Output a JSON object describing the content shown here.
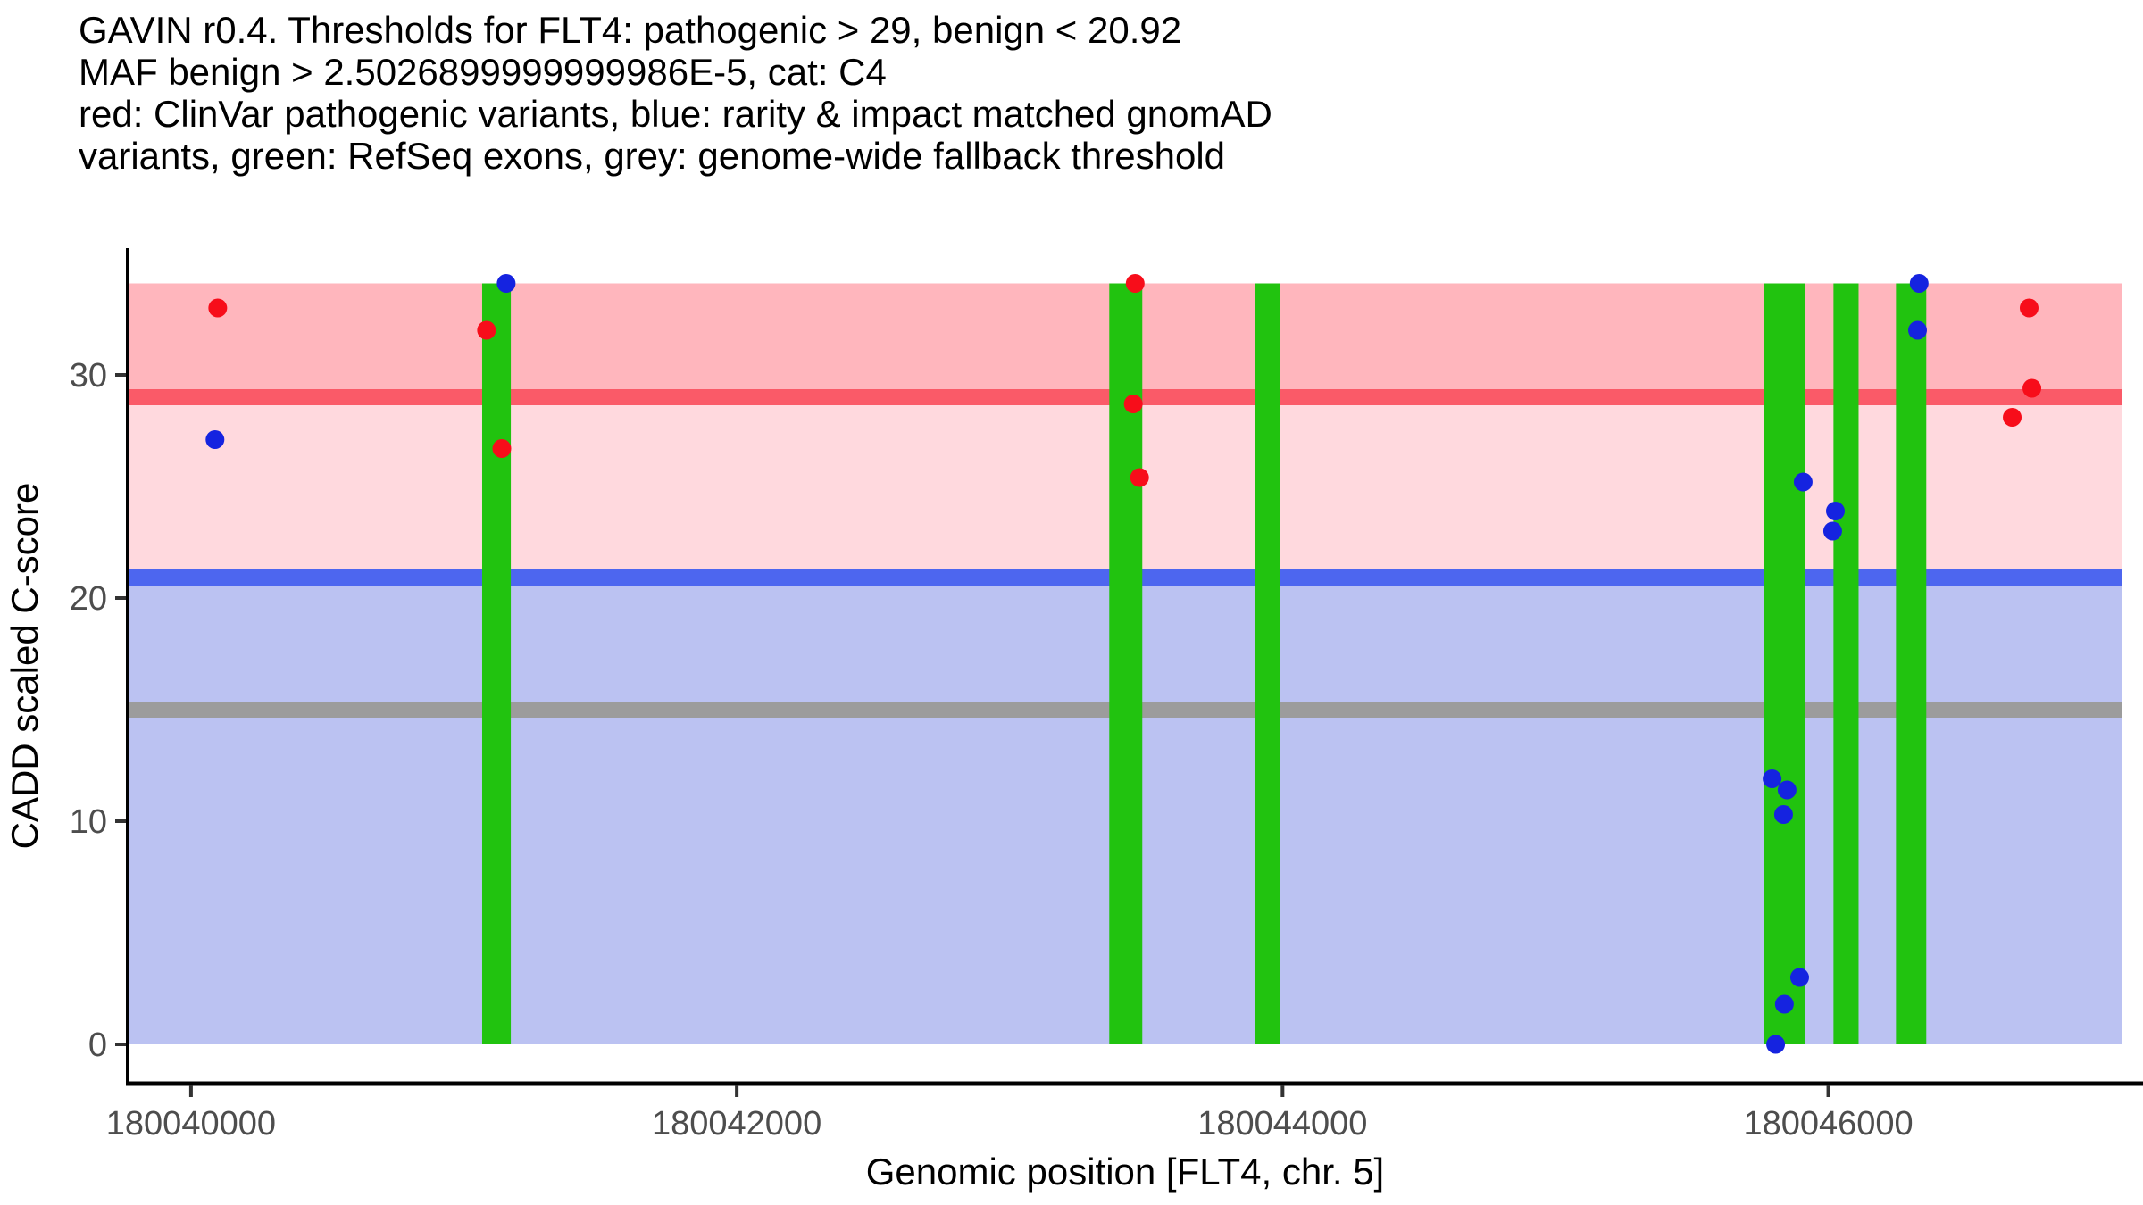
{
  "chart_data": {
    "type": "scatter",
    "title_lines": [
      "GAVIN r0.4. Thresholds for FLT4: pathogenic > 29, benign < 20.92",
      "MAF benign > 2.5026899999999986E-5, cat: C4",
      "red: ClinVar pathogenic variants, blue: rarity & impact matched gnomAD",
      "variants, green: RefSeq exons, grey: genome-wide fallback threshold"
    ],
    "xlabel": "Genomic position [FLT4, chr. 5]",
    "ylabel": "CADD scaled C-score",
    "x_range": [
      180039768,
      180047078
    ],
    "y_range": [
      -1.76,
      35.68
    ],
    "x_ticks": [
      {
        "value": 180040000,
        "label": "180040000"
      },
      {
        "value": 180042000,
        "label": "180042000"
      },
      {
        "value": 180044000,
        "label": "180044000"
      },
      {
        "value": 180046000,
        "label": "180046000"
      }
    ],
    "y_ticks": [
      {
        "value": 0,
        "label": "0"
      },
      {
        "value": 10,
        "label": "10"
      },
      {
        "value": 20,
        "label": "20"
      },
      {
        "value": 30,
        "label": "30"
      }
    ],
    "grid": false,
    "legend": "none (encoded in title text)",
    "shaded_value_range": [
      0,
      34.1
    ],
    "bands": [
      {
        "name": "pathogenic-zone",
        "from": 29,
        "to": 34.1,
        "color": "#FFB6BD"
      },
      {
        "name": "vus-zone",
        "from": 20.92,
        "to": 29,
        "color": "#FFD9DE"
      },
      {
        "name": "benign-zone",
        "from": 0,
        "to": 20.92,
        "color": "#BBC2F2"
      }
    ],
    "thresholds": [
      {
        "name": "pathogenic-threshold",
        "value": 29,
        "color": "#FA5A68"
      },
      {
        "name": "benign-threshold",
        "value": 20.92,
        "color": "#4D66EF"
      },
      {
        "name": "genome-wide-fallback-threshold",
        "value": 15,
        "color": "#9C9C9C"
      }
    ],
    "exons": {
      "name": "RefSeq exons",
      "color": "#21C30F",
      "regions": [
        {
          "start": 180041067,
          "end": 180041172
        },
        {
          "start": 180043365,
          "end": 180043486
        },
        {
          "start": 180043899,
          "end": 180043990
        },
        {
          "start": 180045764,
          "end": 180045915
        },
        {
          "start": 180046019,
          "end": 180046111
        },
        {
          "start": 180046248,
          "end": 180046359
        }
      ]
    },
    "series": [
      {
        "name": "ClinVar pathogenic variants",
        "color": "#F70D1A",
        "points": [
          {
            "pos": 180040098,
            "cadd": 33.0
          },
          {
            "pos": 180041083,
            "cadd": 32.0
          },
          {
            "pos": 180041139,
            "cadd": 26.7
          },
          {
            "pos": 180043460,
            "cadd": 34.1
          },
          {
            "pos": 180043453,
            "cadd": 28.7
          },
          {
            "pos": 180043476,
            "cadd": 25.4
          },
          {
            "pos": 180046736,
            "cadd": 33.0
          },
          {
            "pos": 180046746,
            "cadd": 29.4
          },
          {
            "pos": 180046674,
            "cadd": 28.1
          }
        ]
      },
      {
        "name": "rarity & impact matched gnomAD variants",
        "color": "#1523E0",
        "points": [
          {
            "pos": 180040088,
            "cadd": 27.1
          },
          {
            "pos": 180041155,
            "cadd": 34.1
          },
          {
            "pos": 180046333,
            "cadd": 34.1
          },
          {
            "pos": 180046327,
            "cadd": 32.0
          },
          {
            "pos": 180045908,
            "cadd": 25.2
          },
          {
            "pos": 180046026,
            "cadd": 23.9
          },
          {
            "pos": 180046016,
            "cadd": 23.0
          },
          {
            "pos": 180045794,
            "cadd": 11.9
          },
          {
            "pos": 180045849,
            "cadd": 11.4
          },
          {
            "pos": 180045836,
            "cadd": 10.3
          },
          {
            "pos": 180045895,
            "cadd": 3.0
          },
          {
            "pos": 180045839,
            "cadd": 1.8
          },
          {
            "pos": 180045807,
            "cadd": 0.0
          }
        ]
      }
    ],
    "axis": {
      "line_color": "#000000",
      "tick_color": "#333333",
      "tick_label_color": "#4D4D4D",
      "title_color": "#000000"
    }
  }
}
